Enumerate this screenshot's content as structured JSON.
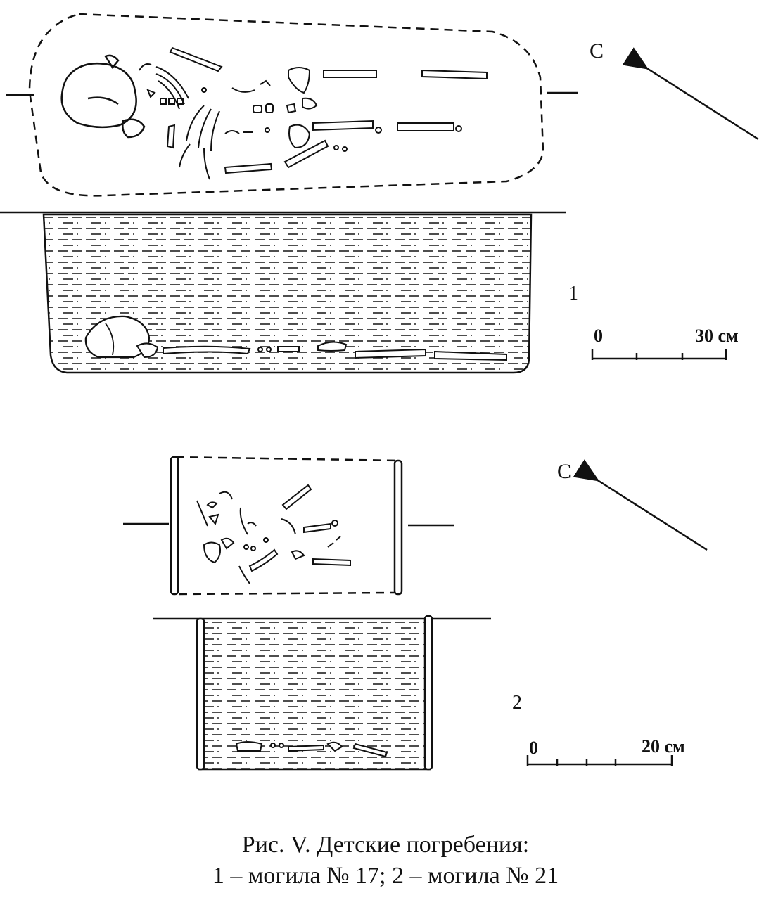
{
  "figure_1": {
    "north_label": "С",
    "number": "1",
    "scale": {
      "start": "0",
      "end": "30 см"
    }
  },
  "figure_2": {
    "north_label": "С",
    "number": "2",
    "scale": {
      "start": "0",
      "end": "20 см"
    }
  },
  "caption": {
    "line1": "Рис. V. Детские погребения:",
    "line2": "1 – могила № 17; 2 – могила № 21"
  },
  "colors": {
    "ink": "#111111",
    "paper": "#ffffff"
  }
}
